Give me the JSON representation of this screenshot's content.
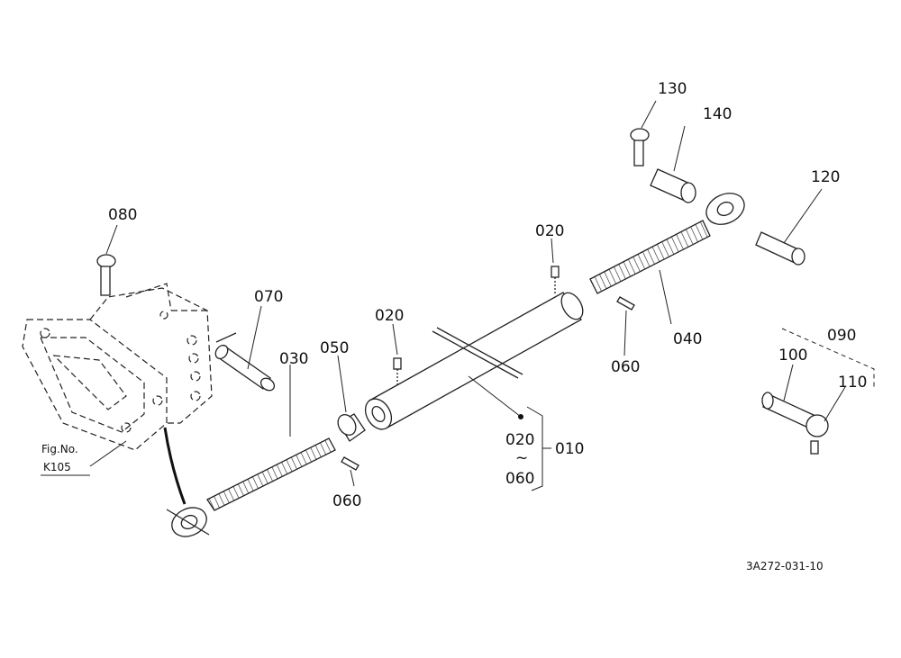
{
  "labels": {
    "p010": "010",
    "p020_top": "020",
    "p020_mid": "020",
    "p020_range_start": "020",
    "tilde": "~",
    "p060_range_end": "060",
    "p030": "030",
    "p040": "040",
    "p050": "050",
    "p060_left": "060",
    "p060_right": "060",
    "p070": "070",
    "p080": "080",
    "p090": "090",
    "p100": "100",
    "p110": "110",
    "p120": "120",
    "p130": "130",
    "p140": "140"
  },
  "figure_ref": {
    "line1": "Fig.No.",
    "line2": "K105"
  },
  "drawing_code": "3A272-031-10"
}
